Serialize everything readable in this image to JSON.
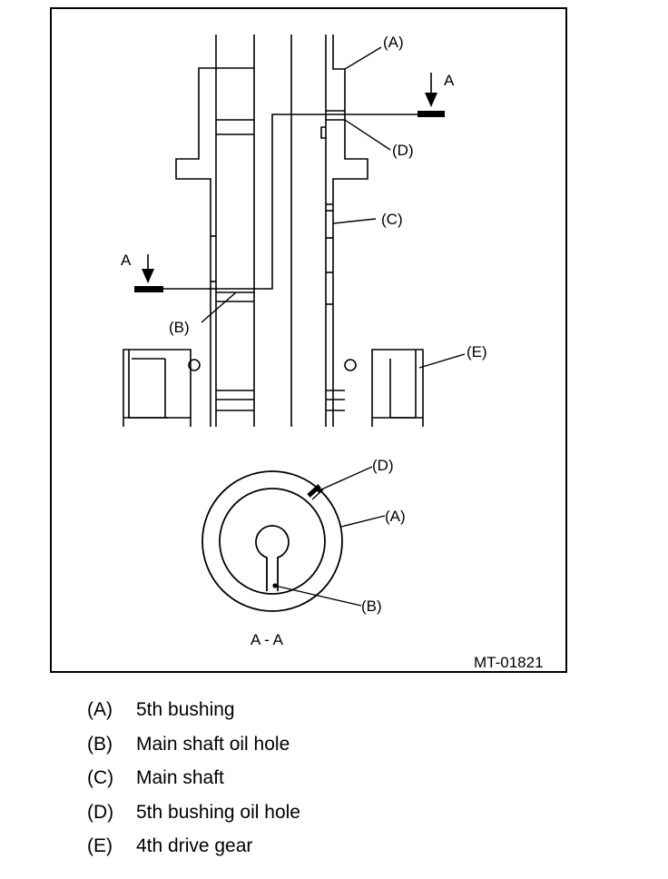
{
  "figure": {
    "reference_code": "MT-01821",
    "section_marker": "A",
    "section_caption": "A - A",
    "callouts": {
      "A": "(A)",
      "B": "(B)",
      "C": "(C)",
      "D": "(D)",
      "E": "(E)"
    }
  },
  "legend": [
    {
      "key": "(A)",
      "text": "5th bushing"
    },
    {
      "key": "(B)",
      "text": "Main shaft oil hole"
    },
    {
      "key": "(C)",
      "text": "Main shaft"
    },
    {
      "key": "(D)",
      "text": "5th bushing oil hole"
    },
    {
      "key": "(E)",
      "text": "4th drive gear"
    }
  ]
}
